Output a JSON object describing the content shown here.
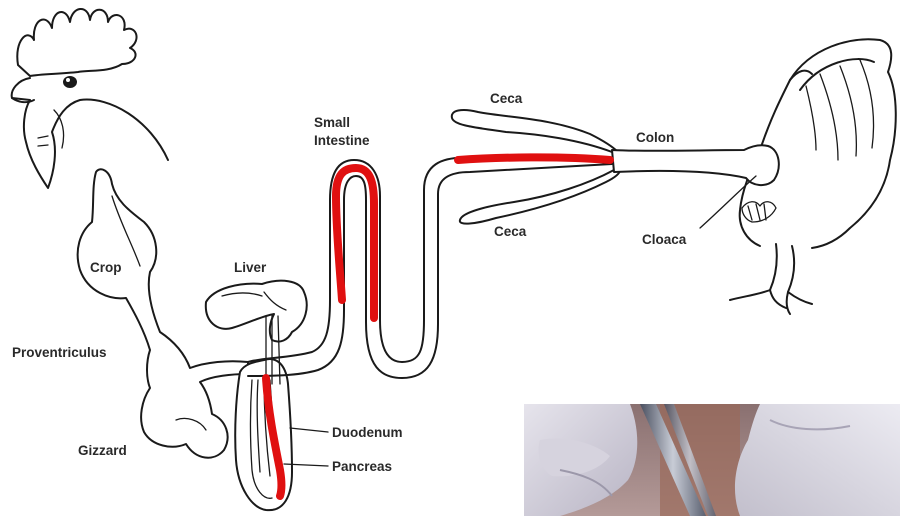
{
  "labels": {
    "small_intestine_line1": "Small",
    "small_intestine_line2": "Intestine",
    "ceca_top": "Ceca",
    "ceca_bottom": "Ceca",
    "colon": "Colon",
    "cloaca": "Cloaca",
    "crop": "Crop",
    "liver": "Liver",
    "proventriculus": "Proventriculus",
    "gizzard": "Gizzard",
    "duodenum": "Duodenum",
    "pancreas": "Pancreas"
  },
  "colors": {
    "highlight": "#e01010",
    "ink": "#1a1a1a",
    "label": "#2a2a2a"
  },
  "highlighted_regions": [
    "small-intestine",
    "duodenum",
    "upper-ceca"
  ],
  "photo": {
    "subject": "gloved hands holding forceps"
  }
}
